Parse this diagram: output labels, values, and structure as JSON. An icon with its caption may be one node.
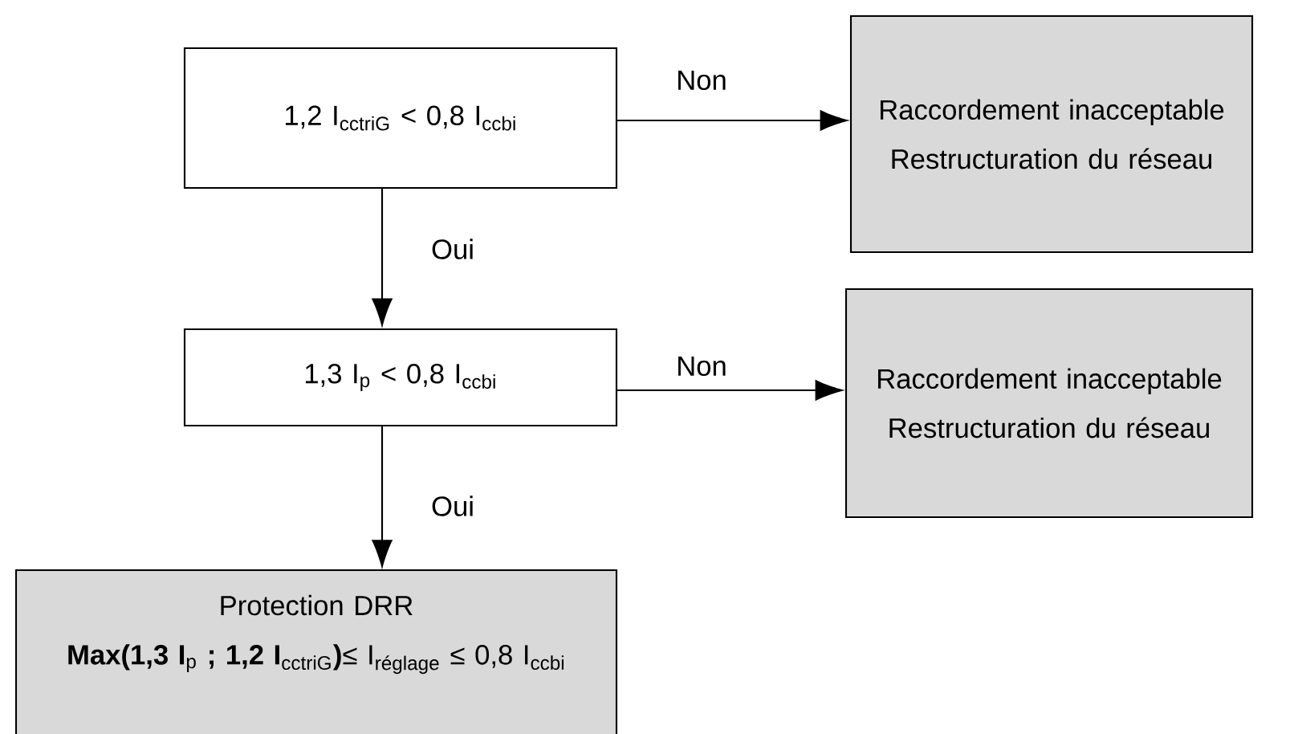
{
  "diagram": {
    "nodes": [
      {
        "text": [
          "1,2 I$_{cctriG}$ < 0,8 I$_{ccbi}$"
        ]
      },
      {
        "text": [
          "Raccordement inacceptable",
          "Restructuration du réseau"
        ]
      },
      {
        "text": [
          "1,3 I$_{p}$ < 0,8 I$_{ccbi}$"
        ]
      },
      {
        "text": [
          "Raccordement inacceptable",
          "Restructuration du réseau"
        ]
      },
      {
        "text": [
          "Protection DRR",
          "**Max(1,3 I**$_{p}$ **; 1,2 I**$_{cctriG}$**)**≤ I$_{réglage}$ ≤ 0,8 I$_{ccbi}$"
        ]
      }
    ],
    "edges": [
      {
        "from": 0,
        "to": 1,
        "arrow": "to",
        "label": "Non"
      },
      {
        "from": 0,
        "to": 2,
        "arrow": "to",
        "label": "Oui"
      },
      {
        "from": 2,
        "to": 3,
        "arrow": "to",
        "label": "Non"
      },
      {
        "from": 2,
        "to": 4,
        "arrow": "to",
        "label": "Oui"
      }
    ]
  }
}
